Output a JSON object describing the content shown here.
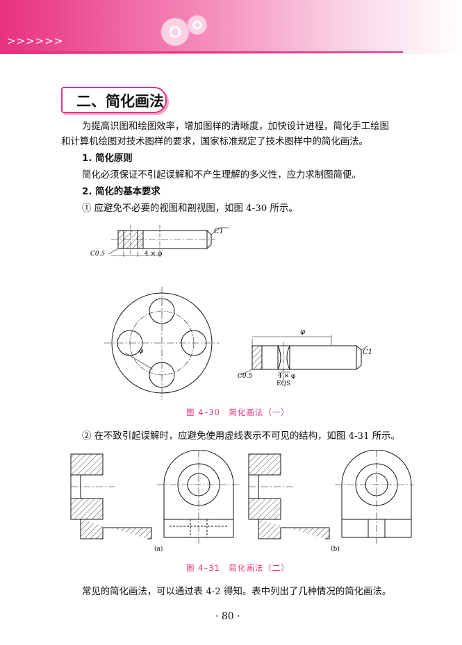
{
  "header": {
    "chevrons": ">>>>>>"
  },
  "section": {
    "title": "二、简化画法"
  },
  "intro": {
    "line1": "为提高识图和绘图效率，增加图样的清晰度，加快设计进程，简化手工绘图",
    "line2": "和计算机绘图对技术图样的要求，国家标准规定了技术图样中的简化画法。"
  },
  "h1": "1. 简化原则",
  "p1": "简化必须保证不引起误解和不产生理解的多义性，应力求制图简便。",
  "h2": "2. 简化的基本要求",
  "item1": "① 应避免不必要的视图和剖视图，如图 4-30 所示。",
  "fig30": {
    "label_c1_top": "C1",
    "label_c05_top": "C0.5",
    "label_4phi_top": "4 × φ",
    "label_phi_circle": "φ",
    "label_phi_right": "φ",
    "label_c1_right": "C1",
    "label_c05_right": "C0.5",
    "label_4phi_right": "4 × φ",
    "label_eqs": "EQS",
    "caption": "图 4–30　简化画法（一）"
  },
  "item2": "② 在不致引起误解时，应避免使用虚线表示不可见的结构，如图 4-31 所示。",
  "fig31": {
    "label_a": "(a)",
    "label_b": "(b)",
    "caption": "图 4–31　简化画法（二）"
  },
  "outro": "常见的简化画法，可以通过表 4-2 得知。表中列出了几种情况的简化画法。",
  "page": "· 80 ·"
}
